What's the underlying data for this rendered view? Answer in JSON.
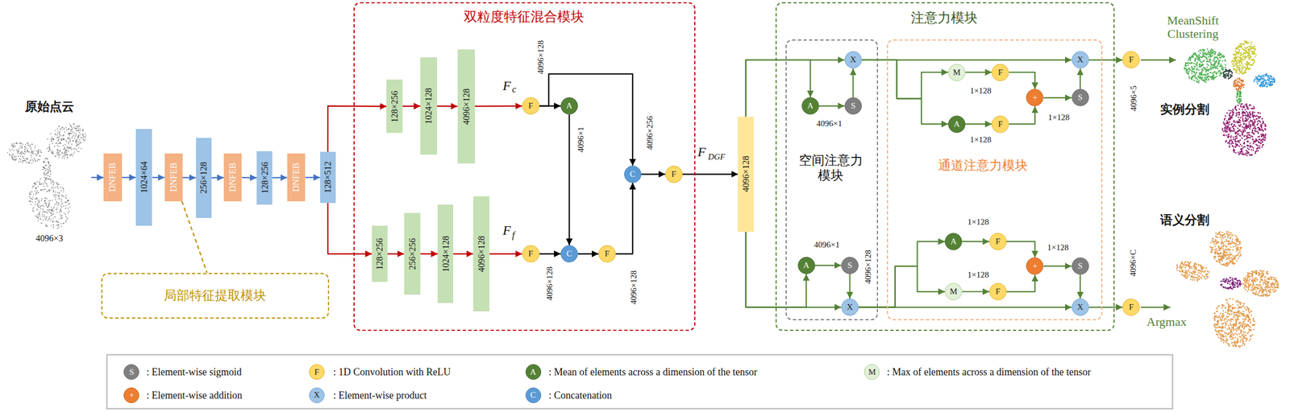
{
  "diagram": {
    "nodes": [
      {
        "text": [
          "DNFEB"
        ]
      },
      {
        "text": [
          "1024×64"
        ]
      },
      {
        "text": [
          "DNFEB"
        ]
      },
      {
        "text": [
          "256×128"
        ]
      },
      {
        "text": [
          "DNFEB"
        ]
      },
      {
        "text": [
          "128×256"
        ]
      },
      {
        "text": [
          "DNFEB"
        ]
      },
      {
        "text": [
          "128×512"
        ]
      },
      {
        "text": [
          "双粒度特征混合模块"
        ]
      },
      {
        "text": [
          "128×256"
        ],
        "in": 8
      },
      {
        "text": [
          "1024×128"
        ],
        "in": 8
      },
      {
        "text": [
          "4096×128"
        ],
        "in": 8
      },
      {
        "text": [
          "F"
        ],
        "in": 8
      },
      {
        "text": [
          "A"
        ],
        "in": 8
      },
      {
        "text": [
          "128×256"
        ],
        "in": 8
      },
      {
        "text": [
          "256×256"
        ],
        "in": 8
      },
      {
        "text": [
          "1024×128"
        ],
        "in": 8
      },
      {
        "text": [
          "4096×128"
        ],
        "in": 8
      },
      {
        "text": [
          "F"
        ],
        "in": 8
      },
      {
        "text": [
          "C"
        ],
        "in": 8
      },
      {
        "text": [
          "F"
        ],
        "in": 8
      },
      {
        "text": [
          "C"
        ],
        "in": 8
      },
      {
        "text": [
          "F"
        ],
        "in": 8
      },
      {
        "text": [
          "4096×128"
        ]
      },
      {
        "text": [
          "注意力模块"
        ]
      },
      {
        "text": [
          "空间注意力 模块"
        ],
        "in": 24
      },
      {
        "text": [
          "通道注意力模块"
        ],
        "in": 24
      },
      {
        "text": [
          "X"
        ],
        "in": 25
      },
      {
        "text": [
          "A"
        ],
        "in": 25
      },
      {
        "text": [
          "S"
        ],
        "in": 25
      },
      {
        "text": [
          "M"
        ],
        "in": 26
      },
      {
        "text": [
          "F"
        ],
        "in": 26
      },
      {
        "text": [
          "A"
        ],
        "in": 26
      },
      {
        "text": [
          "F"
        ],
        "in": 26
      },
      {
        "text": [
          "+"
        ],
        "in": 26
      },
      {
        "text": [
          "S"
        ],
        "in": 26
      },
      {
        "text": [
          "X"
        ],
        "in": 26
      },
      {
        "text": [
          "F"
        ]
      },
      {
        "text": [
          "A"
        ],
        "in": 25
      },
      {
        "text": [
          "S"
        ],
        "in": 25
      },
      {
        "text": [
          "X"
        ],
        "in": 25
      },
      {
        "text": [
          "A"
        ],
        "in": 26
      },
      {
        "text": [
          "F"
        ],
        "in": 26
      },
      {
        "text": [
          "M"
        ],
        "in": 26
      },
      {
        "text": [
          "F"
        ],
        "in": 26
      },
      {
        "text": [
          "+"
        ],
        "in": 26
      },
      {
        "text": [
          "S"
        ],
        "in": 26
      },
      {
        "text": [
          "X"
        ],
        "in": 26
      },
      {
        "text": [
          "F"
        ]
      },
      {
        "text": [
          "局部特征提取模块"
        ]
      }
    ],
    "edges": [
      {
        "from": 0,
        "to": 1,
        "arrow": "to"
      },
      {
        "from": 1,
        "to": 2,
        "arrow": "to"
      },
      {
        "from": 2,
        "to": 3,
        "arrow": "to"
      },
      {
        "from": 3,
        "to": 4,
        "arrow": "to"
      },
      {
        "from": 4,
        "to": 5,
        "arrow": "to"
      },
      {
        "from": 5,
        "to": 6,
        "arrow": "to"
      },
      {
        "from": 6,
        "to": 7,
        "arrow": "to"
      },
      {
        "from": 7,
        "to": 9,
        "arrow": "to"
      },
      {
        "from": 7,
        "to": 14,
        "arrow": "to"
      },
      {
        "from": 9,
        "to": 10,
        "arrow": "to"
      },
      {
        "from": 10,
        "to": 11,
        "arrow": "to"
      },
      {
        "from": 11,
        "to": 12,
        "arrow": "to"
      },
      {
        "from": 12,
        "to": 13,
        "arrow": "to"
      },
      {
        "from": 13,
        "to": 19,
        "arrow": "to"
      },
      {
        "from": 12,
        "to": 21,
        "arrow": "to"
      },
      {
        "from": 14,
        "to": 15,
        "arrow": "to"
      },
      {
        "from": 15,
        "to": 16,
        "arrow": "to"
      },
      {
        "from": 16,
        "to": 17,
        "arrow": "to"
      },
      {
        "from": 17,
        "to": 18,
        "arrow": "to"
      },
      {
        "from": 18,
        "to": 19,
        "arrow": "to"
      },
      {
        "from": 19,
        "to": 20,
        "arrow": "to"
      },
      {
        "from": 20,
        "to": 21,
        "arrow": "to"
      },
      {
        "from": 21,
        "to": 22,
        "arrow": "to"
      },
      {
        "from": 22,
        "to": 23,
        "arrow": "to"
      },
      {
        "from": 23,
        "to": 27,
        "arrow": "to"
      },
      {
        "from": 23,
        "to": 28,
        "arrow": "to"
      },
      {
        "from": 28,
        "to": 29,
        "arrow": "to"
      },
      {
        "from": 29,
        "to": 27,
        "arrow": "to"
      },
      {
        "from": 27,
        "to": 36,
        "arrow": "to"
      },
      {
        "from": 27,
        "to": 30,
        "arrow": "to"
      },
      {
        "from": 27,
        "to": 32,
        "arrow": "to"
      },
      {
        "from": 30,
        "to": 31,
        "arrow": "to"
      },
      {
        "from": 32,
        "to": 33,
        "arrow": "to"
      },
      {
        "from": 31,
        "to": 34,
        "arrow": "to"
      },
      {
        "from": 33,
        "to": 34,
        "arrow": "to"
      },
      {
        "from": 34,
        "to": 35,
        "arrow": "to"
      },
      {
        "from": 35,
        "to": 36,
        "arrow": "to"
      },
      {
        "from": 36,
        "to": 37,
        "arrow": "to"
      },
      {
        "from": 23,
        "to": 40,
        "arrow": "to"
      },
      {
        "from": 23,
        "to": 38,
        "arrow": "to"
      },
      {
        "from": 38,
        "to": 39,
        "arrow": "to"
      },
      {
        "from": 39,
        "to": 40,
        "arrow": "to"
      },
      {
        "from": 40,
        "to": 47,
        "arrow": "to"
      },
      {
        "from": 40,
        "to": 41,
        "arrow": "to"
      },
      {
        "from": 40,
        "to": 43,
        "arrow": "to"
      },
      {
        "from": 41,
        "to": 42,
        "arrow": "to"
      },
      {
        "from": 43,
        "to": 44,
        "arrow": "to"
      },
      {
        "from": 42,
        "to": 45,
        "arrow": "to"
      },
      {
        "from": 44,
        "to": 45,
        "arrow": "to"
      },
      {
        "from": 45,
        "to": 46,
        "arrow": "to"
      },
      {
        "from": 46,
        "to": 47,
        "arrow": "to"
      },
      {
        "from": 47,
        "to": 48,
        "arrow": "to"
      },
      {
        "from": 2,
        "to": 49,
        "arrow": "none"
      }
    ],
    "labels": [
      "原始点云",
      "4096×3",
      "4096×128",
      "F",
      "c",
      "4096×1",
      "F",
      "f",
      "4096×128",
      "4096×128",
      "4096×256",
      "F",
      "DGF",
      "4096×1",
      "1×128",
      "1×128",
      "1×128",
      "4096×5",
      "MeanShift Clustering",
      "实例分割",
      "4096×1",
      "4096×128",
      "1×128",
      "1×128",
      "1×128",
      "4096×C",
      "语义分割",
      "Argmax",
      "S",
      "F",
      "A",
      "M",
      "+",
      "X",
      "C"
    ],
    "legend": [
      {
        "text": ": Element-wise sigmoid"
      },
      {
        "text": ": 1D Convolution with ReLU"
      },
      {
        "text": ": Mean of elements across a dimension of the tensor"
      },
      {
        "text": ": Max of elements across a dimension of the tensor"
      },
      {
        "text": ": Element-wise addition"
      },
      {
        "text": ": Element-wise product"
      },
      {
        "text": ": Concatenation"
      }
    ]
  }
}
